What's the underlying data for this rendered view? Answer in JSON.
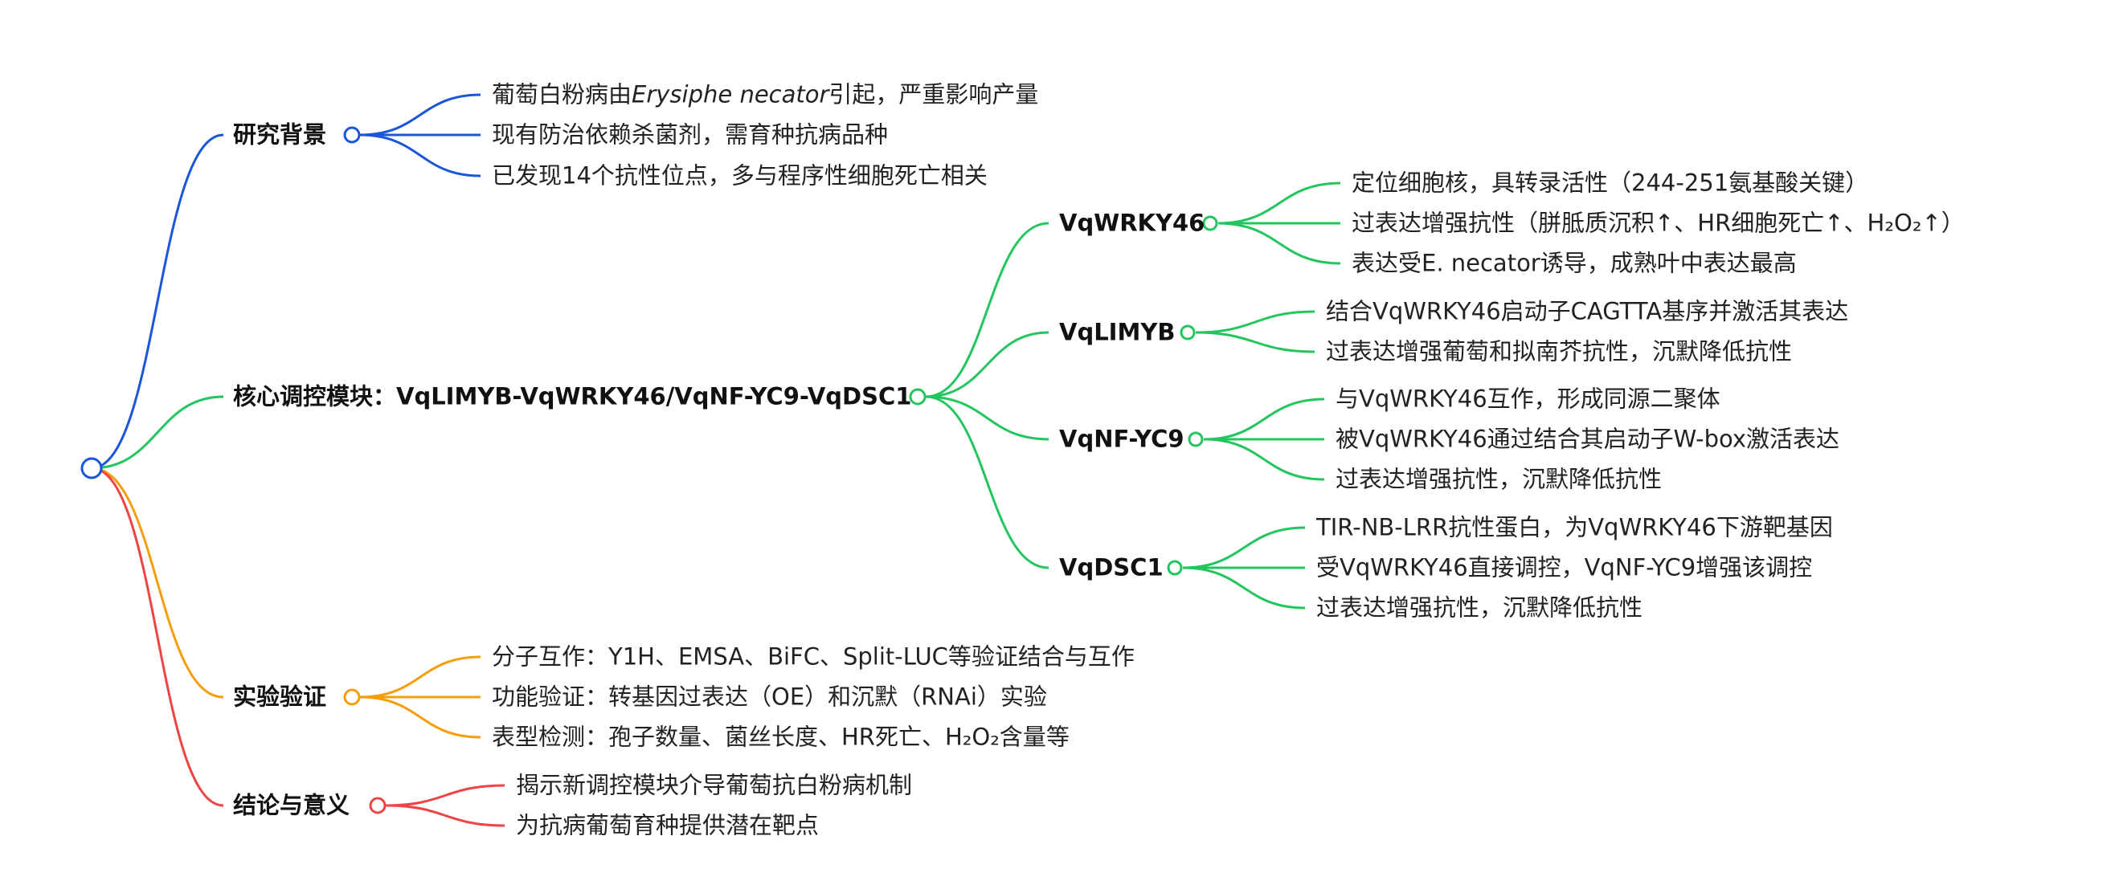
{
  "colors": {
    "blue": "#1a56db",
    "green": "#22c55e",
    "orange": "#f59e0b",
    "red": "#ef4444"
  },
  "mindmap": {
    "sections": {
      "background": {
        "title": "研究背景",
        "color": "blue",
        "items": [
          {
            "pre": "葡萄白粉病由",
            "em": "Erysiphe necator",
            "post": "引起，严重影响产量"
          },
          {
            "text": "现有防治依赖杀菌剂，需育种抗病品种"
          },
          {
            "text": "已发现14个抗性位点，多与程序性细胞死亡相关"
          }
        ]
      },
      "core": {
        "title": "核心调控模块：VqLIMYB-VqWRKY46/VqNF-YC9-VqDSC1",
        "color": "green",
        "genes": [
          {
            "name": "VqWRKY46",
            "items": [
              "定位细胞核，具转录活性（244-251氨基酸关键）",
              "过表达增强抗性（胼胝质沉积↑、HR细胞死亡↑、H₂O₂↑）",
              "表达受E. necator诱导，成熟叶中表达最高"
            ]
          },
          {
            "name": "VqLIMYB",
            "items": [
              "结合VqWRKY46启动子CAGTTA基序并激活其表达",
              "过表达增强葡萄和拟南芥抗性，沉默降低抗性"
            ]
          },
          {
            "name": "VqNF-YC9",
            "items": [
              "与VqWRKY46互作，形成同源二聚体",
              "被VqWRKY46通过结合其启动子W-box激活表达",
              "过表达增强抗性，沉默降低抗性"
            ]
          },
          {
            "name": "VqDSC1",
            "items": [
              "TIR-NB-LRR抗性蛋白，为VqWRKY46下游靶基因",
              "受VqWRKY46直接调控，VqNF-YC9增强该调控",
              "过表达增强抗性，沉默降低抗性"
            ]
          }
        ]
      },
      "experiment": {
        "title": "实验验证",
        "color": "orange",
        "items": [
          "分子互作：Y1H、EMSA、BiFC、Split-LUC等验证结合与互作",
          "功能验证：转基因过表达（OE）和沉默（RNAi）实验",
          "表型检测：孢子数量、菌丝长度、HR死亡、H₂O₂含量等"
        ]
      },
      "conclusion": {
        "title": "结论与意义",
        "color": "red",
        "items": [
          "揭示新调控模块介导葡萄抗白粉病机制",
          "为抗病葡萄育种提供潜在靶点"
        ]
      }
    }
  }
}
